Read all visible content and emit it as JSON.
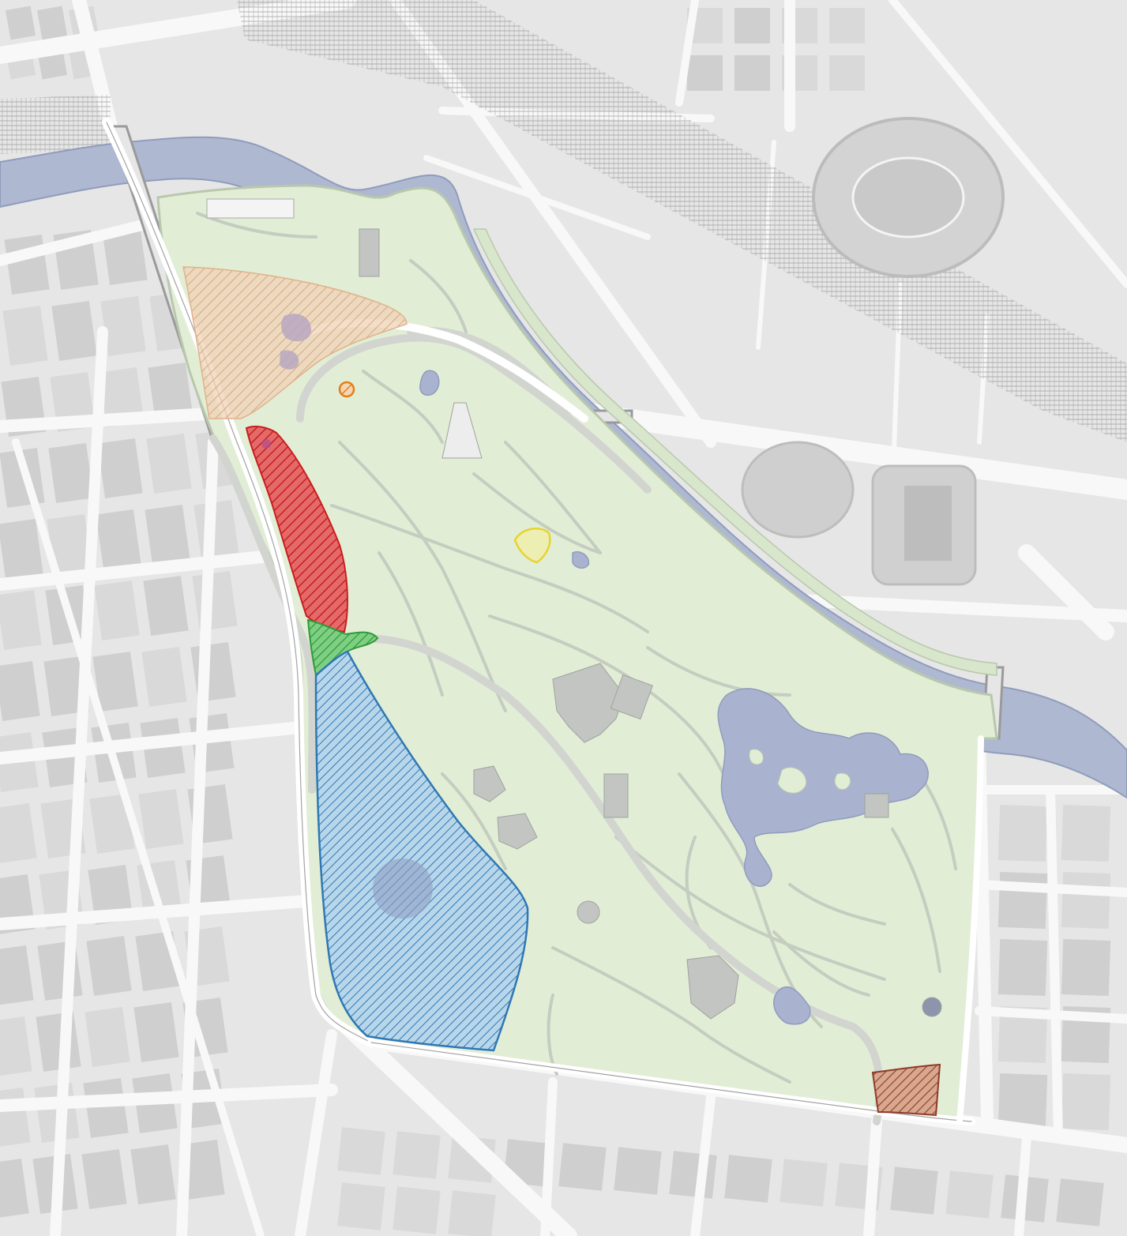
{
  "map": {
    "background": "#ececec",
    "palette": {
      "ground": "#e6e6e6",
      "block": "#d9d9d9",
      "block_dark": "#cfcfcf",
      "street": "#f7f7f7",
      "railway": "#8e8e8e",
      "river": "#aeb8d0",
      "river_edge": "#8f9cbc",
      "park": "#e2edd6",
      "park_edge": "#b9c8ad",
      "path": "#c9cfc4",
      "building": "#c3c5c2",
      "lake": "#a9b3cf"
    },
    "zones": [
      {
        "name": "north-zone",
        "color": "#e0b28a",
        "hatch": true
      },
      {
        "name": "west-strip-zone",
        "color": "#d42a2a",
        "hatch": true
      },
      {
        "name": "junction-zone",
        "color": "#3fae48",
        "hatch": true
      },
      {
        "name": "southwest-zone",
        "color": "#2f78b4",
        "hatch": true
      },
      {
        "name": "southeast-corner-zone",
        "color": "#9b3a2a",
        "hatch": true
      }
    ],
    "markers": [
      {
        "name": "orange-circle-marker",
        "color": "#e27f19"
      },
      {
        "name": "yellow-outline-marker",
        "color": "#e7d430"
      }
    ]
  }
}
